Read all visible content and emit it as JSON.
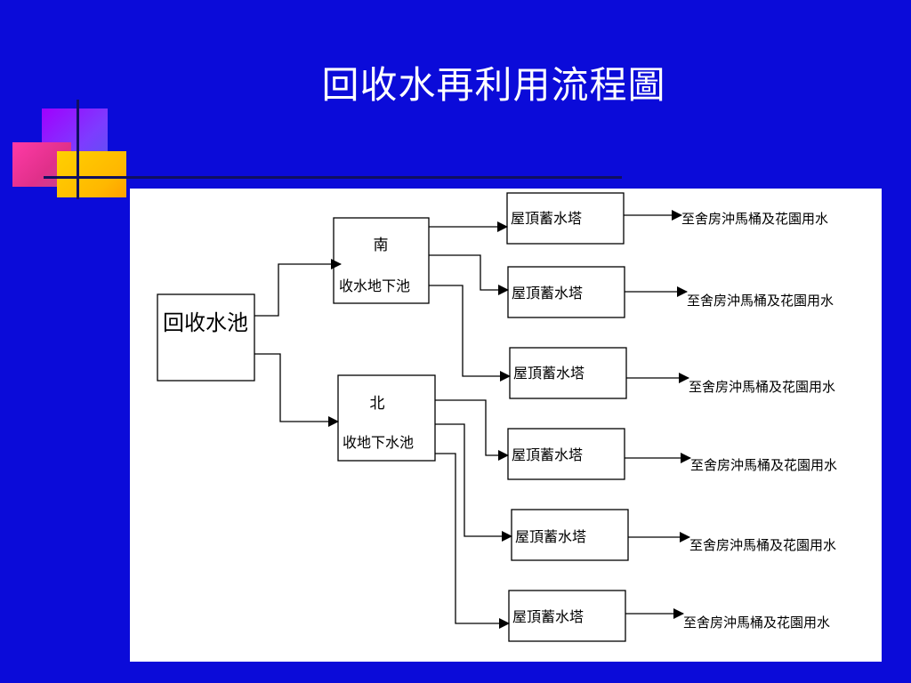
{
  "slide": {
    "title": "回收水再利用流程圖"
  },
  "diagram": {
    "source": "回收水池",
    "south": {
      "line1": "南",
      "line2": "收水地下池"
    },
    "north": {
      "line1": "北",
      "line2": "收地下水池"
    },
    "tank_label": "屋頂蓄水塔",
    "dest_label": "至舍房沖馬桶及花園用水",
    "tanks": [
      "屋頂蓄水塔",
      "屋頂蓄水塔",
      "屋頂蓄水塔",
      "屋頂蓄水塔",
      "屋頂蓄水塔",
      "屋頂蓄水塔"
    ],
    "destinations": [
      "至舍房沖馬桶及花園用水",
      "至舍房沖馬桶及花園用水",
      "至舍房沖馬桶及花園用水",
      "至舍房沖馬桶及花園用水",
      "至舍房沖馬桶及花園用水",
      "至舍房沖馬桶及花園用水"
    ]
  }
}
